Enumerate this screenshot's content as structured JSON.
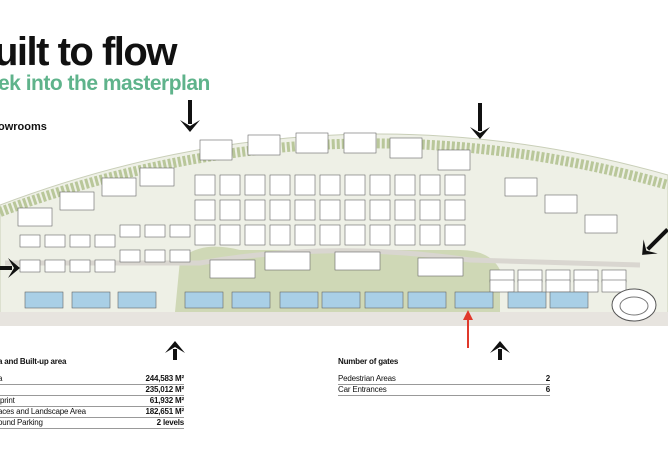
{
  "header": {
    "title": "uilt to flow",
    "subtitle": "ek into the masterplan",
    "section_label": "owrooms"
  },
  "colors": {
    "accent": "#5fb38b",
    "highlight_arrow": "#e0392b",
    "arrow": "#111111",
    "landscape": "#b9c79a",
    "pool_building": "#a9cfe6"
  },
  "map": {
    "arrow_icons": [
      "arrow-down-icon",
      "arrow-down-icon",
      "arrow-right-icon",
      "arrow-down-left-icon",
      "arrow-up-icon",
      "arrow-up-icon",
      "arrow-up-red-icon"
    ]
  },
  "area_table": {
    "title": "a and Built-up area",
    "rows": [
      {
        "label": "a",
        "value": "244,583 M²"
      },
      {
        "label": "",
        "value": "235,012 M²"
      },
      {
        "label": "tprint",
        "value": "61,932 M²"
      },
      {
        "label": "aces and Landscape Area",
        "value": "182,651 M²"
      },
      {
        "label": "ound Parking",
        "value": "2 levels"
      }
    ]
  },
  "gates_table": {
    "title": "Number of gates",
    "rows": [
      {
        "label": "Pedestrian Areas",
        "value": "2"
      },
      {
        "label": "Car Entrances",
        "value": "6"
      }
    ]
  }
}
